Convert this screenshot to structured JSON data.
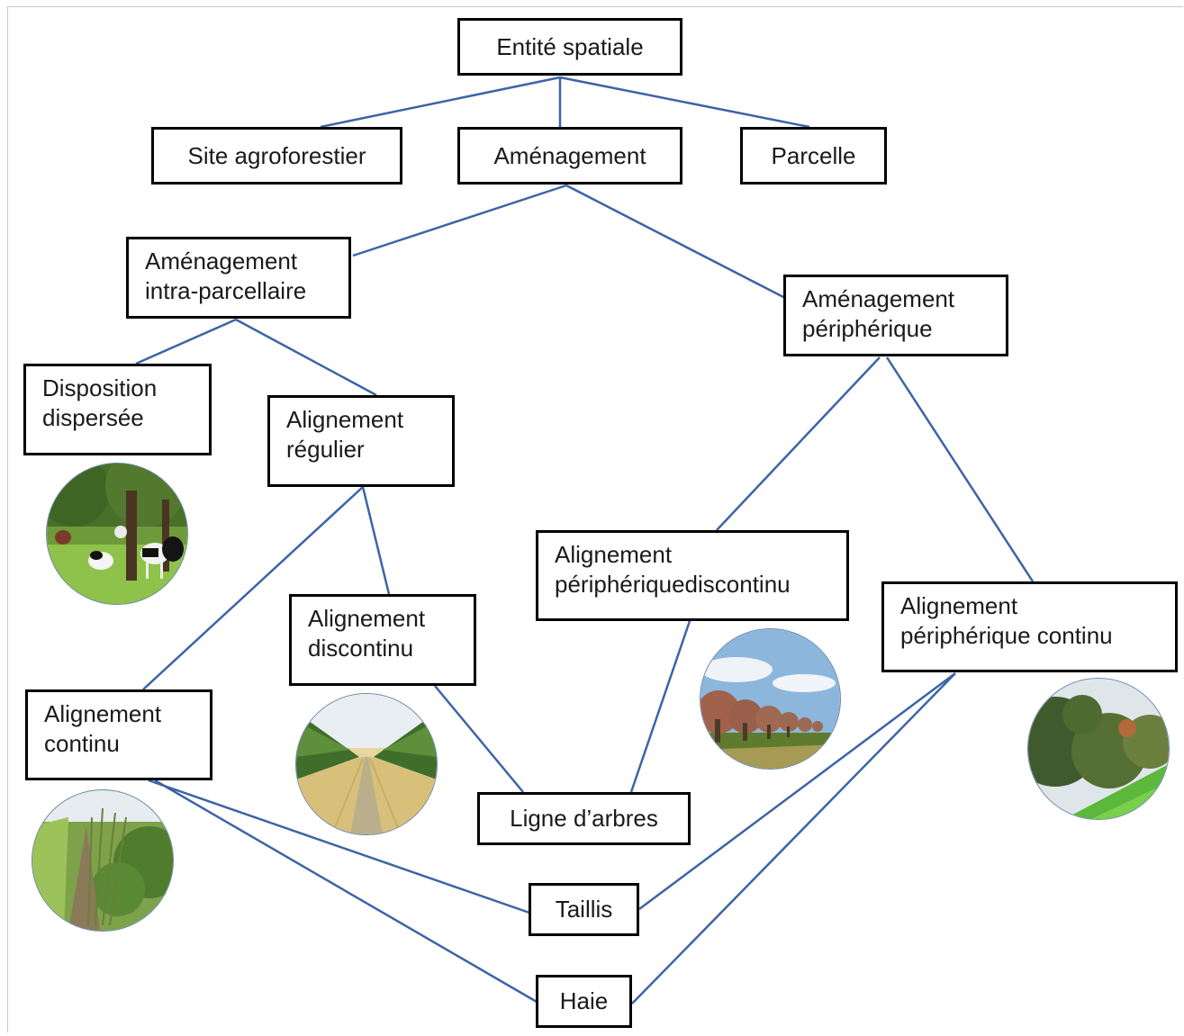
{
  "diagram": {
    "nodes": {
      "entite": "Entité spatiale",
      "site": "Site agroforestier",
      "amenagement": "Aménagement",
      "parcelle": "Parcelle",
      "intra": "Aménagement\nintra-parcellaire",
      "peri": "Aménagement\npériphérique",
      "dispersee": "Disposition\ndispersée",
      "regulier": "Alignement\nrégulier",
      "peri_discontinu": "Alignement\npériphériquediscontinu",
      "peri_continu": "Alignement\npériphérique continu",
      "discontinu": "Alignement\ndiscontinu",
      "continu": "Alignement\ncontinu",
      "ligne": "Ligne d’arbres",
      "taillis": "Taillis",
      "haie": "Haie"
    },
    "edges": [
      [
        "entite",
        "site"
      ],
      [
        "entite",
        "amenagement"
      ],
      [
        "entite",
        "parcelle"
      ],
      [
        "amenagement",
        "intra"
      ],
      [
        "amenagement",
        "peri"
      ],
      [
        "intra",
        "dispersee"
      ],
      [
        "intra",
        "regulier"
      ],
      [
        "regulier",
        "continu"
      ],
      [
        "regulier",
        "discontinu"
      ],
      [
        "peri",
        "peri_discontinu"
      ],
      [
        "peri",
        "peri_continu"
      ],
      [
        "discontinu",
        "ligne"
      ],
      [
        "peri_discontinu",
        "ligne"
      ],
      [
        "continu",
        "taillis"
      ],
      [
        "continu",
        "haie"
      ],
      [
        "peri_continu",
        "taillis"
      ],
      [
        "peri_continu",
        "haie"
      ]
    ],
    "photos": [
      "cows-orchard-photo",
      "tree-rows-field-photo",
      "pollard-willows-photo",
      "hedgerow-photo",
      "coppice-photo"
    ],
    "colors": {
      "edge": "#3d64a6",
      "border": "#000000"
    }
  }
}
